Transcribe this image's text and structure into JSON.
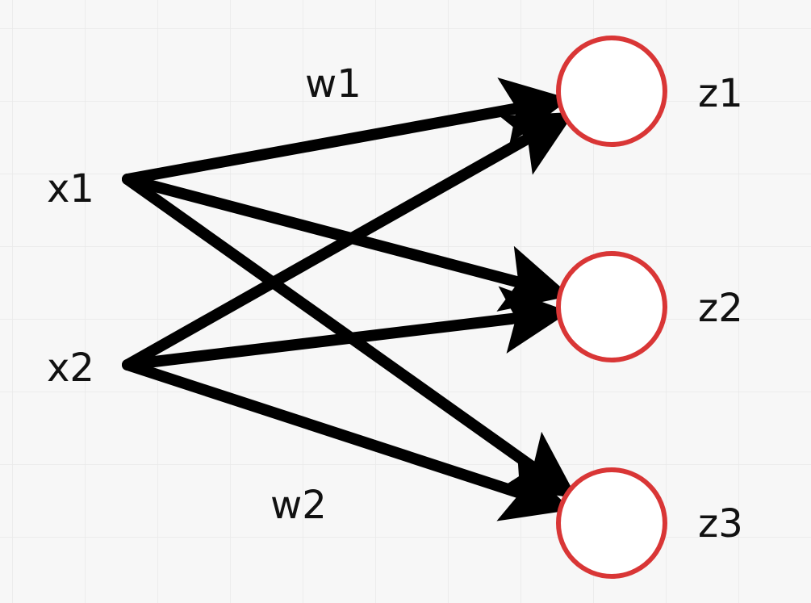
{
  "diagram": {
    "colors": {
      "background": "#f7f7f7",
      "grid": "#e9e9e9",
      "arrow": "#000000",
      "node_stroke": "#d93636",
      "node_fill": "#ffffff",
      "text": "#111111"
    },
    "inputs": [
      {
        "id": "x1",
        "label": "x1"
      },
      {
        "id": "x2",
        "label": "x2"
      }
    ],
    "outputs": [
      {
        "id": "z1",
        "label": "z1"
      },
      {
        "id": "z2",
        "label": "z2"
      },
      {
        "id": "z3",
        "label": "z3"
      }
    ],
    "edges": [
      {
        "from": "x1",
        "to": "z1"
      },
      {
        "from": "x1",
        "to": "z2"
      },
      {
        "from": "x1",
        "to": "z3"
      },
      {
        "from": "x2",
        "to": "z1"
      },
      {
        "from": "x2",
        "to": "z2"
      },
      {
        "from": "x2",
        "to": "z3"
      }
    ],
    "weight_labels": [
      {
        "id": "w1",
        "label": "w1"
      },
      {
        "id": "w2",
        "label": "w2"
      }
    ]
  }
}
